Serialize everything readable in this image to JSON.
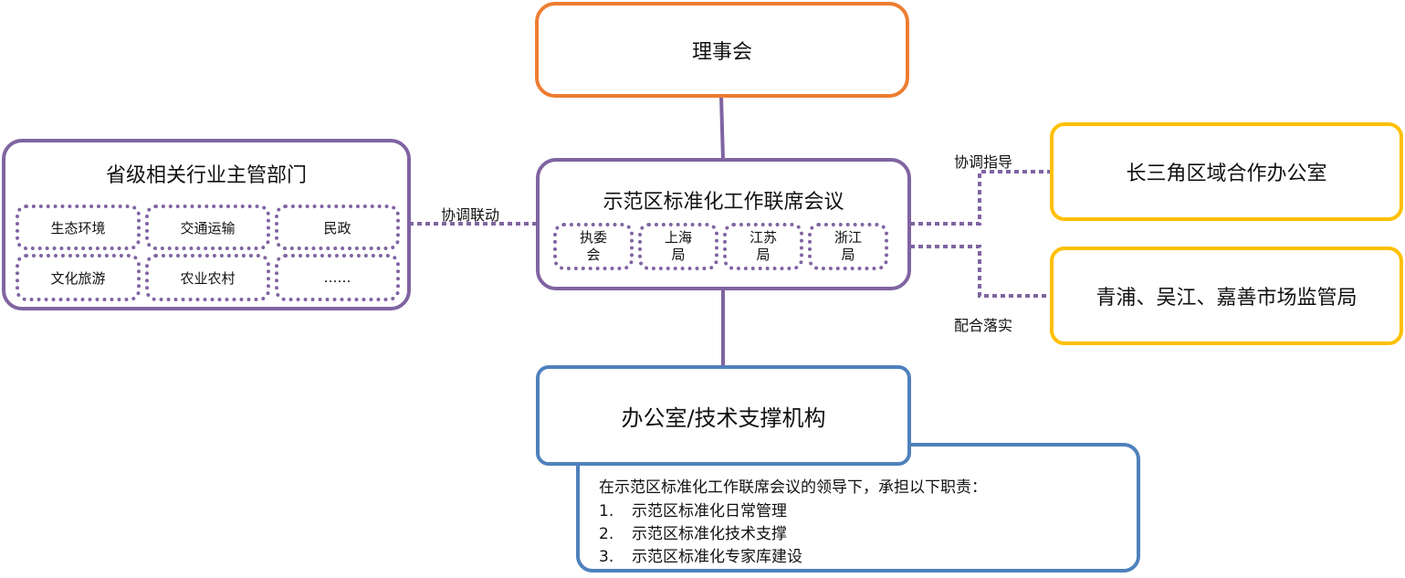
{
  "colors": {
    "orange": "#ed7d31",
    "purple": "#8064a2",
    "gold": "#ffc000",
    "blue": "#4f81bd"
  },
  "council": {
    "title": "理事会"
  },
  "provincial": {
    "title": "省级相关行业主管部门",
    "items": [
      "生态环境",
      "交通运输",
      "民政",
      "文化旅游",
      "农业农村",
      "……"
    ]
  },
  "joint_meeting": {
    "title": "示范区标准化工作联席会议",
    "members": [
      "执委\n会",
      "上海\n局",
      "江苏\n局",
      "浙江\n局"
    ],
    "members_line1": [
      "执委",
      "上海",
      "江苏",
      "浙江"
    ],
    "members_line2": [
      "会",
      "局",
      "局",
      "局"
    ]
  },
  "yrd_office": {
    "title": "长三角区域合作办公室"
  },
  "market_bureaus": {
    "title": "青浦、吴江、嘉善市场监管局"
  },
  "office": {
    "title": "办公室/技术支撑机构",
    "intro": "在示范区标准化工作联席会议的领导下，承担以下职责：",
    "duties": [
      {
        "num": "1.",
        "text": "示范区标准化日常管理"
      },
      {
        "num": "2.",
        "text": "示范区标准化技术支撑"
      },
      {
        "num": "3.",
        "text": "示范区标准化专家库建设"
      }
    ]
  },
  "connectors": {
    "coordinate_link": "协调联动",
    "coordinate_guide": "协调指导",
    "cooperate_implement": "配合落实"
  }
}
